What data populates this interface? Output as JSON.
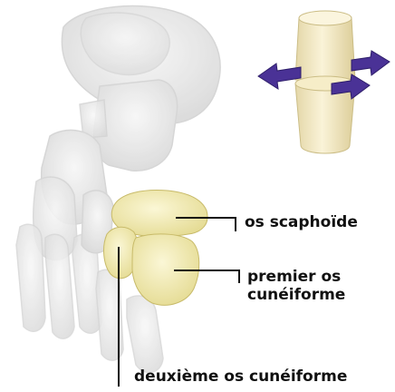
{
  "labels": {
    "scaphoid": "os scaphoïde",
    "first_cuneiform_line1": "premier os",
    "first_cuneiform_line2": "cunéiforme",
    "second_cuneiform": "deuxième os cunéiforme"
  },
  "colors": {
    "bone": "#e6e6e6",
    "bone_outline": "#c9c9c9",
    "highlight_bone": "#f1eab2",
    "joint_model": "#f2e8c4",
    "arrow": "#4a3296",
    "leader_line": "#111111"
  }
}
